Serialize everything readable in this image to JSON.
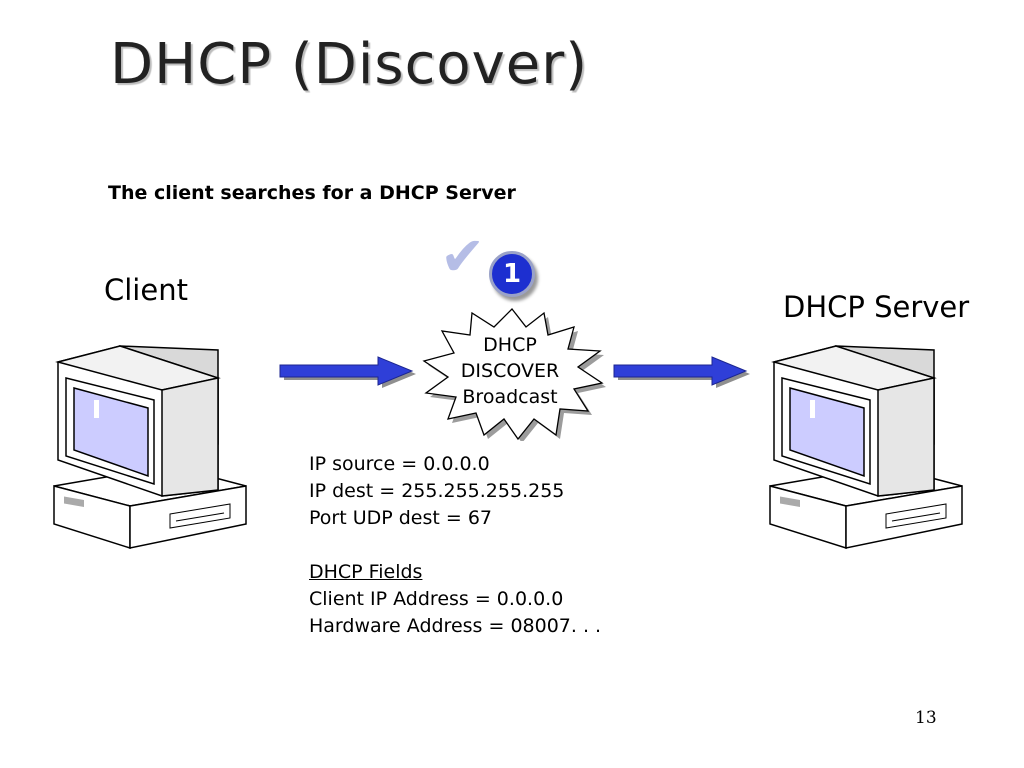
{
  "slide": {
    "title": "DHCP (Discover)",
    "subtitle": "The client searches for a DHCP Server",
    "page_number": "13"
  },
  "nodes": {
    "client": "Client",
    "server": "DHCP Server"
  },
  "step": {
    "number": "1",
    "check_icon": "checkmark-icon"
  },
  "message": {
    "line1": "DHCP",
    "line2": "DISCOVER",
    "line3": "Broadcast"
  },
  "packet": {
    "ip_source": "IP source =  0.0.0.0",
    "ip_dest": "IP dest = 255.255.255.255",
    "port": "Port UDP dest = 67",
    "fields_heading": "DHCP Fields",
    "client_ip": "Client IP Address =  0.0.0.0",
    "hardware": "Hardware Address = 08007. . ."
  },
  "colors": {
    "arrow": "#2f3fd8",
    "screen": "#ccccff",
    "badge": "#1d2fd0"
  }
}
